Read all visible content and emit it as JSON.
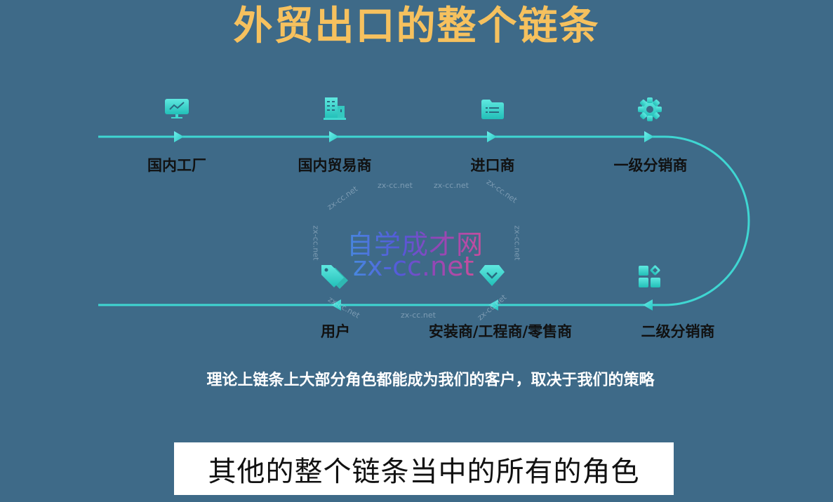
{
  "title": "外贸出口的整个链条",
  "colors": {
    "background": "#3e6a88",
    "title": "#f6c15e",
    "line": "#3fd6d2",
    "icon": "#3fd8cf",
    "label": "#111111"
  },
  "chain": {
    "top_row": [
      {
        "label": "国内工厂",
        "icon": "monitor-chart-icon"
      },
      {
        "label": "国内贸易商",
        "icon": "building-icon"
      },
      {
        "label": "进口商",
        "icon": "folder-list-icon"
      },
      {
        "label": "一级分销商",
        "icon": "gear-icon"
      }
    ],
    "bottom_row": [
      {
        "label": "二级分销商",
        "icon": "apps-grid-icon"
      },
      {
        "label": "安装商/工程商/零售商",
        "icon": "diamond-check-icon"
      },
      {
        "label": "用户",
        "icon": "price-tag-icon"
      }
    ]
  },
  "watermark": {
    "cn": "自学成才网",
    "en": "zx-cc.net",
    "small": "zx-cc.net"
  },
  "note": "理论上链条上大部分角色都能成为我们的客户，取决于我们的策略",
  "subtitle": "其他的整个链条当中的所有的角色"
}
